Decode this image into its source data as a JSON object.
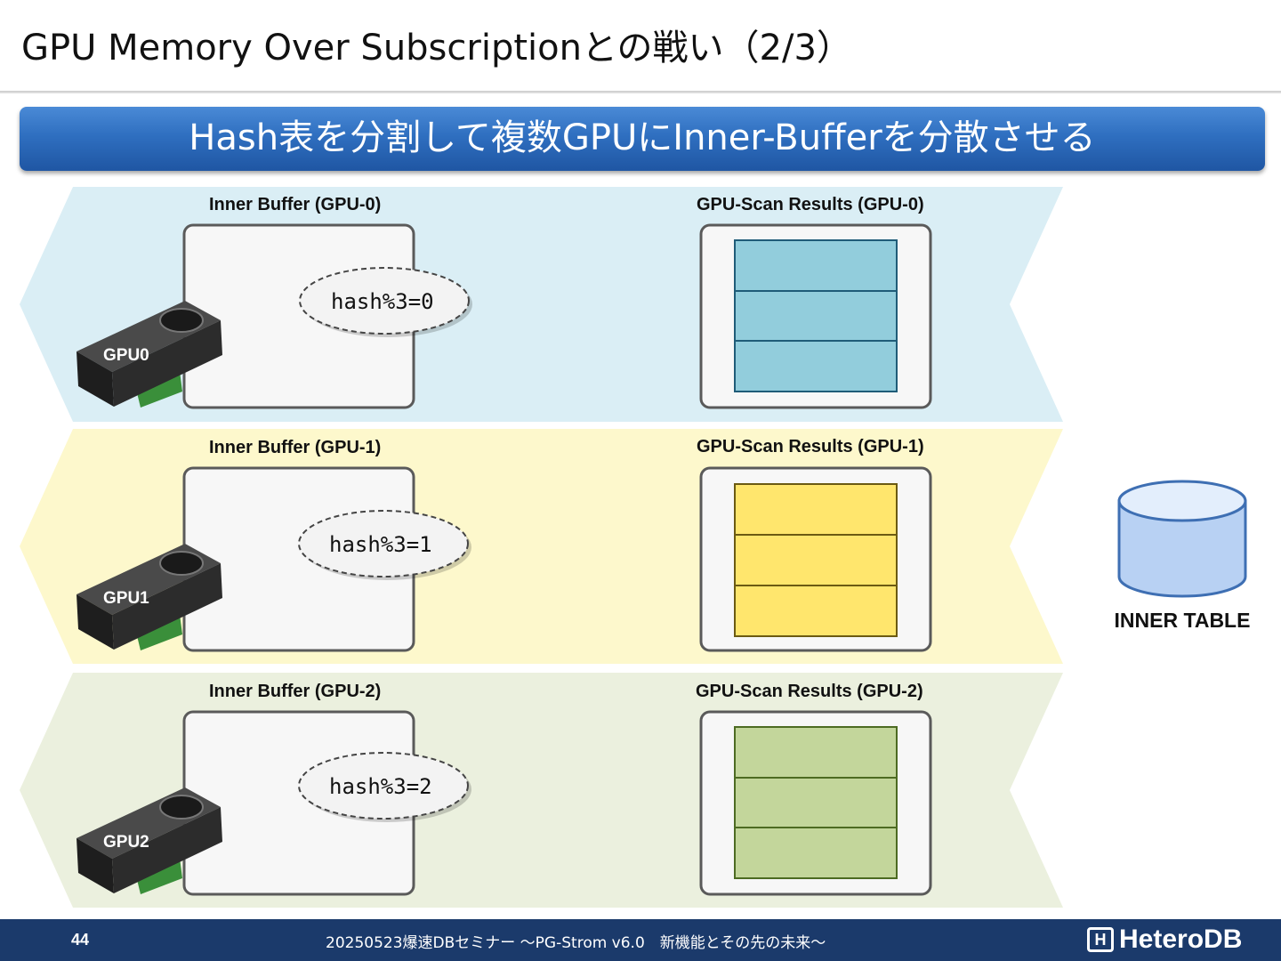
{
  "slide": {
    "title": "GPU Memory Over Subscriptionとの戦い（2/3）",
    "banner": "Hash表を分割して複数GPUにInner-Bufferを分散させる"
  },
  "lanes": [
    {
      "inner_label": "Inner Buffer (GPU-0)",
      "scan_label": "GPU-Scan Results (GPU-0)",
      "hash": "hash%3=0",
      "gpu": "GPU0"
    },
    {
      "inner_label": "Inner Buffer (GPU-1)",
      "scan_label": "GPU-Scan Results (GPU-1)",
      "hash": "hash%3=1",
      "gpu": "GPU1"
    },
    {
      "inner_label": "Inner Buffer (GPU-2)",
      "scan_label": "GPU-Scan Results (GPU-2)",
      "hash": "hash%3=2",
      "gpu": "GPU2"
    }
  ],
  "inner_table": "INNER TABLE",
  "footer": {
    "page": "44",
    "text": "20250523爆速DBセミナー ～PG-Strom v6.0　新機能とその先の未来～",
    "logo_mark": "H",
    "logo_text": "HeteroDB"
  },
  "colors": {
    "lane0": "#daeef5",
    "lane1": "#fdf8cc",
    "lane2": "#ebf0de",
    "result0": "#92cddc",
    "result1": "#ffe66d",
    "result2": "#c3d69b",
    "banner": "#2f6fc0",
    "footer": "#1b3a6b"
  }
}
